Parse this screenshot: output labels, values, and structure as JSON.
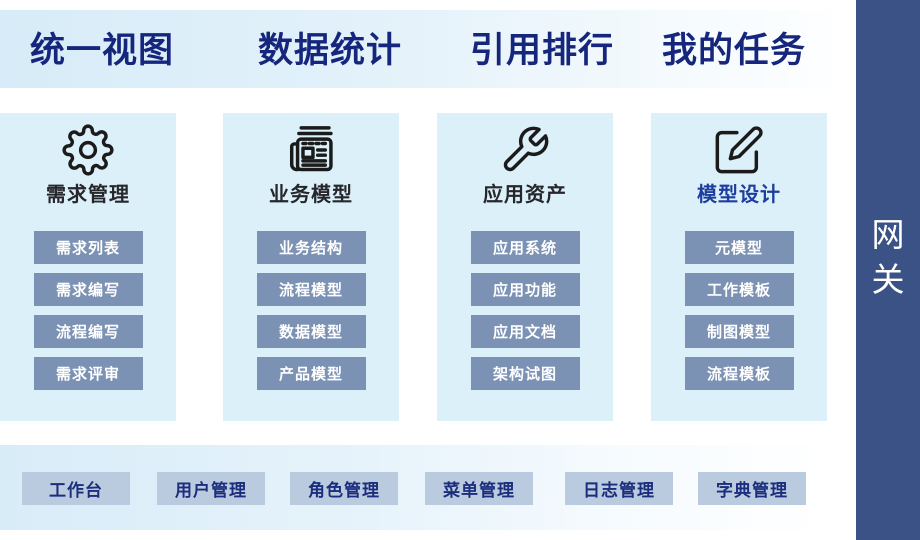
{
  "header": {
    "tabs": [
      {
        "label": "统一视图"
      },
      {
        "label": "数据统计"
      },
      {
        "label": "引用排行"
      },
      {
        "label": "我的任务"
      }
    ]
  },
  "modules": [
    {
      "title": "需求管理",
      "icon": "gear-icon",
      "items": [
        "需求列表",
        "需求编写",
        "流程编写",
        "需求评审"
      ]
    },
    {
      "title": "业务模型",
      "icon": "newspaper-icon",
      "items": [
        "业务结构",
        "流程模型",
        "数据模型",
        "产品模型"
      ]
    },
    {
      "title": "应用资产",
      "icon": "wrench-icon",
      "items": [
        "应用系统",
        "应用功能",
        "应用文档",
        "架构试图"
      ]
    },
    {
      "title": "模型设计",
      "icon": "edit-icon",
      "items": [
        "元模型",
        "工作模板",
        "制图模型",
        "流程模板"
      ]
    }
  ],
  "footer": {
    "items": [
      "工作台",
      "用户管理",
      "角色管理",
      "菜单管理",
      "日志管理",
      "字典管理"
    ]
  },
  "gateway": {
    "label": "网关",
    "chars": [
      "网",
      "关"
    ]
  },
  "colors": {
    "navy_text": "#15267c",
    "band_blue": "#d8ecf8",
    "card_bg": "#dcf0fa",
    "module_button_bg": "#7b92b4",
    "module_button_text": "#ffffff",
    "footer_button_bg": "#bacbdf",
    "footer_button_text": "#1b2d7d",
    "sidebar_bg": "#3a5285",
    "model_design_title_blue": "#1d3e9e",
    "card_title_dark": "#26262b"
  }
}
